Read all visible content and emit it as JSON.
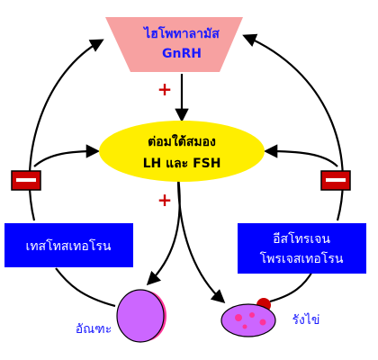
{
  "hypothalamus": {
    "name": "ไฮโพทาลามัส",
    "hormone": "GnRH",
    "fill": "#f7a1a1"
  },
  "pituitary": {
    "name": "ต่อมใต้สมอง",
    "hormones": "LH และ FSH",
    "fill": "#ffee00"
  },
  "testosterone_box": {
    "label": "เทสโทสเทอโรน",
    "fill": "#0000ff"
  },
  "estrogen_box": {
    "line1": "อีสโทรเจน",
    "line2": "โพรเจสเทอโรน",
    "fill": "#0000ff"
  },
  "testis": {
    "label": "อัณฑะ",
    "fill": "#cc66ff",
    "rim": "#ff3399"
  },
  "ovary": {
    "label": "รังไข่",
    "fill": "#cc66ff",
    "spots": "#ff3399",
    "follicle": "#cc0000"
  },
  "stimulation_symbol": "+",
  "inhibition_symbol": "−",
  "inhibition_color": "#cc0000"
}
